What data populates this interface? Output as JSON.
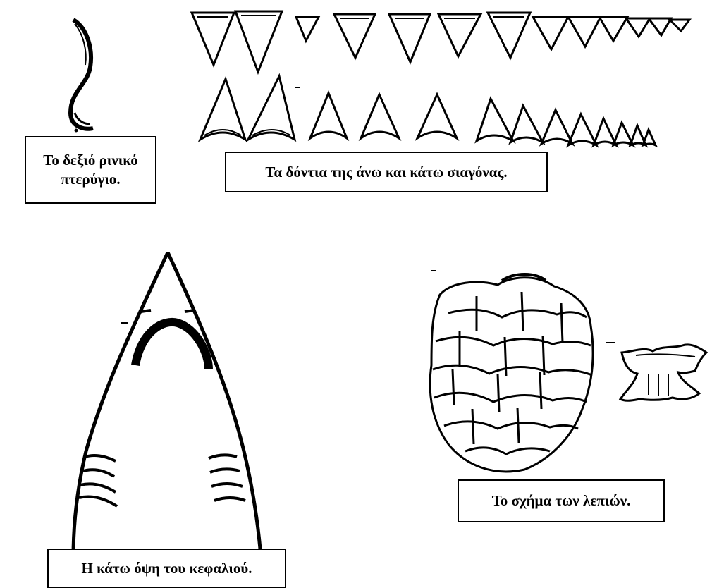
{
  "labels": {
    "fin_line1": "Το δεξιό ρινικό",
    "fin_line2": "πτερύγιο.",
    "teeth": "Τα δόντια της άνω και κάτω σιαγόνας.",
    "head": "Η κάτω όψη του κεφαλιού.",
    "scales": "Το σχήμα των λεπιών."
  },
  "icons": {
    "fin": "nasal-fin-illustration",
    "upper_teeth": "upper-jaw-teeth-illustration",
    "lower_teeth": "lower-jaw-teeth-illustration",
    "head": "shark-head-underside-illustration",
    "scales": "scales-cluster-illustration",
    "single_scale": "single-scale-illustration"
  },
  "colors": {
    "ink": "#000000",
    "background": "#ffffff"
  }
}
